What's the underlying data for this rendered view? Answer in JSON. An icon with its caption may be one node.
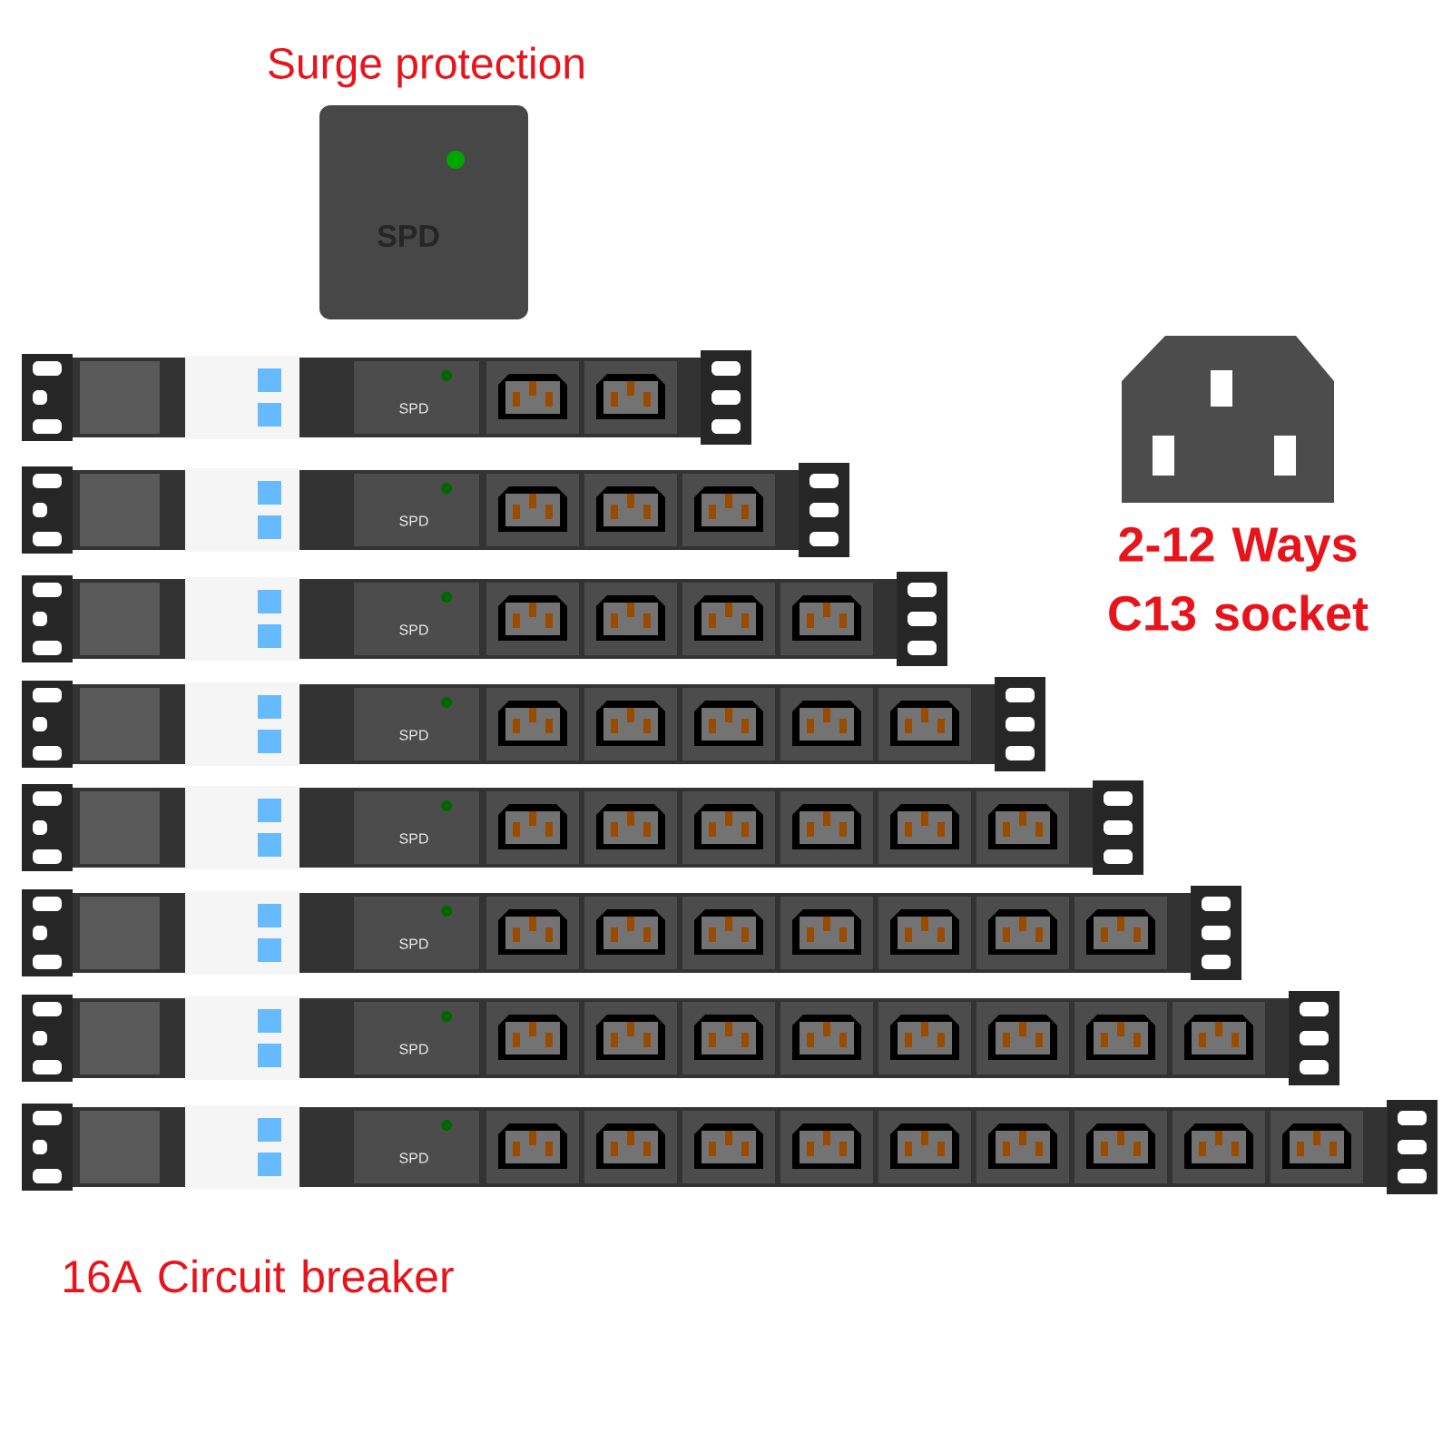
{
  "diagram": {
    "labels": [
      "Surge protection",
      "SPD",
      "SPD",
      "SPD",
      "SPD",
      "SPD",
      "SPD",
      "SPD",
      "SPD",
      "SPD",
      "2-12 Ways C13 socket",
      "16A Circuit breaker"
    ]
  }
}
